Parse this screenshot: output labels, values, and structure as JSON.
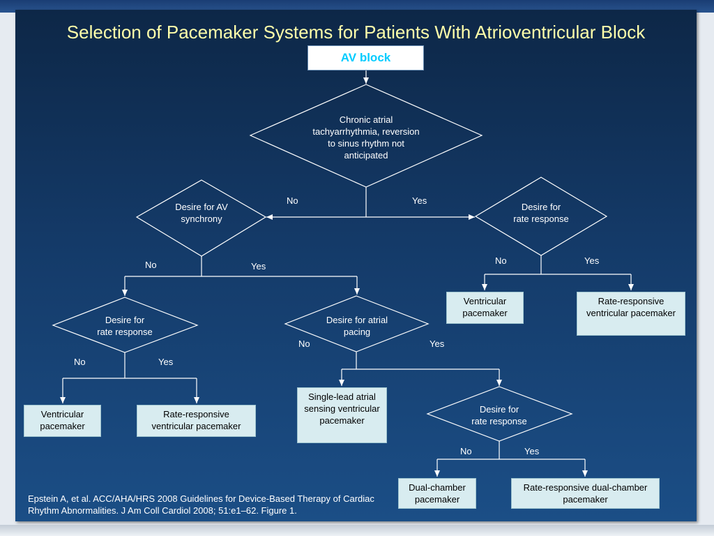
{
  "title": "Selection of Pacemaker Systems for Patients With Atrioventricular Block",
  "root": {
    "label": "AV block"
  },
  "decisions": {
    "chronic_af": {
      "label": "Chronic atrial tachyarrhythmia, reversion  to sinus rhythm not anticipated"
    },
    "av_synchrony": {
      "label": "Desire for AV synchrony"
    },
    "rate_response_right": {
      "label": "Desire for rate response"
    },
    "rate_response_left": {
      "label": "Desire for rate response"
    },
    "atrial_pacing": {
      "label": "Desire for atrial pacing"
    },
    "rate_response_bottom": {
      "label": "Desire for rate response"
    }
  },
  "outcomes": {
    "vent_pm_right": "Ventricular pacemaker",
    "rr_vent_pm_right": "Rate-responsive ventricular pacemaker",
    "vent_pm_left": "Ventricular pacemaker",
    "rr_vent_pm_left": "Rate-responsive ventricular pacemaker",
    "single_lead": "Single-lead atrial sensing ventricular pacemaker",
    "dual_chamber": "Dual-chamber pacemaker",
    "rr_dual_chamber": "Rate-responsive dual-chamber pacemaker"
  },
  "branch_labels": {
    "no": "No",
    "yes": "Yes"
  },
  "citation": "Epstein A, et al. ACC/AHA/HRS 2008 Guidelines for Device-Based Therapy of Cardiac Rhythm Abnormalities. J Am Coll Cardiol 2008; 51:e1–62. Figure 1.",
  "colors": {
    "title": "#ffffaa",
    "root_text": "#00ccff",
    "outcome_fill": "#d8ecf0",
    "lines": "#ffffff"
  }
}
